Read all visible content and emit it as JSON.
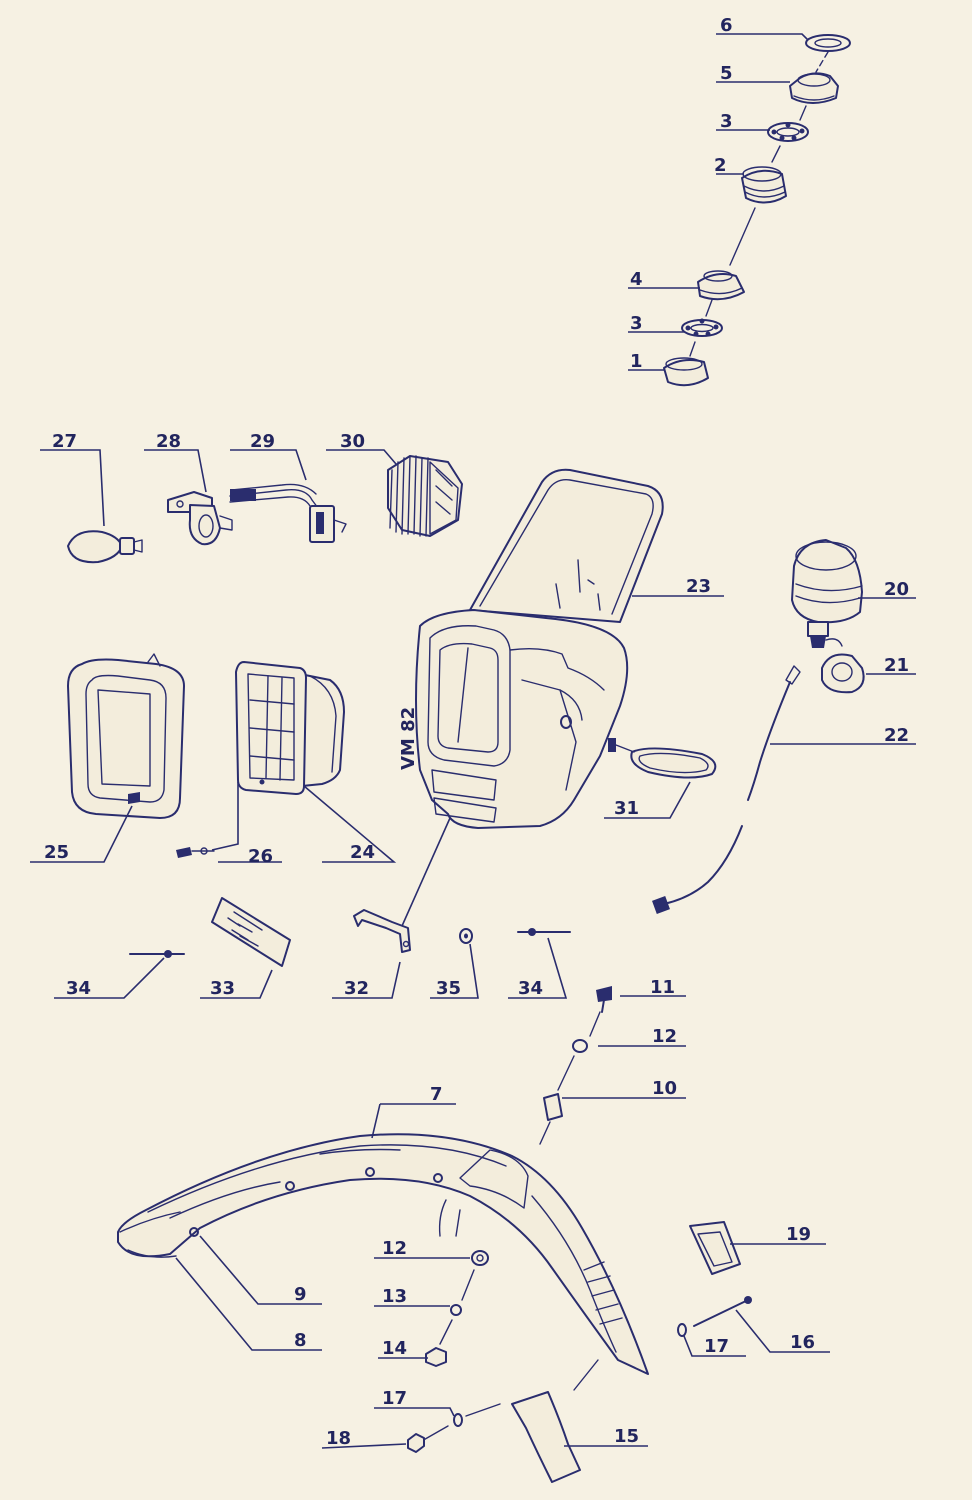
{
  "colors": {
    "paper": "#f6f1e3",
    "ink": "#2a2d6e"
  },
  "labels": {
    "l1": "1",
    "l2": "2",
    "l3a": "3",
    "l3b": "3",
    "l4": "4",
    "l5": "5",
    "l6": "6",
    "l7": "7",
    "l8": "8",
    "l9": "9",
    "l10": "10",
    "l11": "11",
    "l12a": "12",
    "l12b": "12",
    "l13": "13",
    "l14": "14",
    "l15": "15",
    "l16": "16",
    "l17a": "17",
    "l17b": "17",
    "l18": "18",
    "l19": "19",
    "l20": "20",
    "l21": "21",
    "l22": "22",
    "l23": "23",
    "l24": "24",
    "l25": "25",
    "l26": "26",
    "l27": "27",
    "l28": "28",
    "l29": "29",
    "l30": "30",
    "l31": "31",
    "l32": "32",
    "l33": "33",
    "l34a": "34",
    "l34b": "34",
    "l35": "35"
  },
  "fairing_imprint": "VM 82"
}
